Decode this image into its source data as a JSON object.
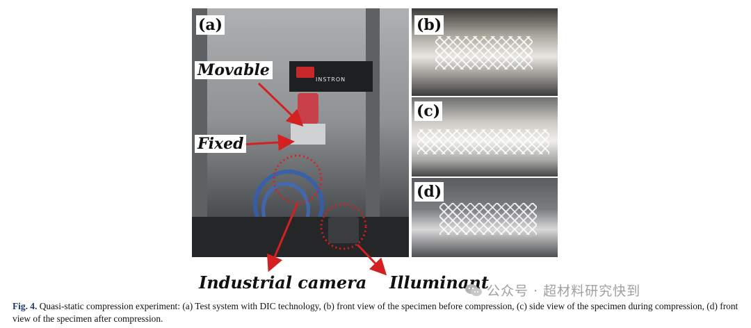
{
  "figure": {
    "panels": {
      "a": "(a)",
      "b": "(b)",
      "c": "(c)",
      "d": "(d)"
    },
    "machine_brand": "INSTRON",
    "callouts": {
      "movable": "Movable",
      "fixed": "Fixed",
      "camera": "Industrial camera",
      "illuminant": "Illuminant"
    },
    "colors": {
      "arrow": "#d42020",
      "highlight_circle": "#e01b1b",
      "caption_label": "#1f3a6a"
    }
  },
  "caption": {
    "label": "Fig. 4.",
    "text": "Quasi-static compression experiment: (a) Test system with DIC technology, (b) front view of the specimen before compression, (c) side view of the specimen during compression, (d) front view of the specimen after compression."
  },
  "watermark": {
    "text": "公众号 · 超材料研究快到",
    "icon": "wechat-icon"
  }
}
